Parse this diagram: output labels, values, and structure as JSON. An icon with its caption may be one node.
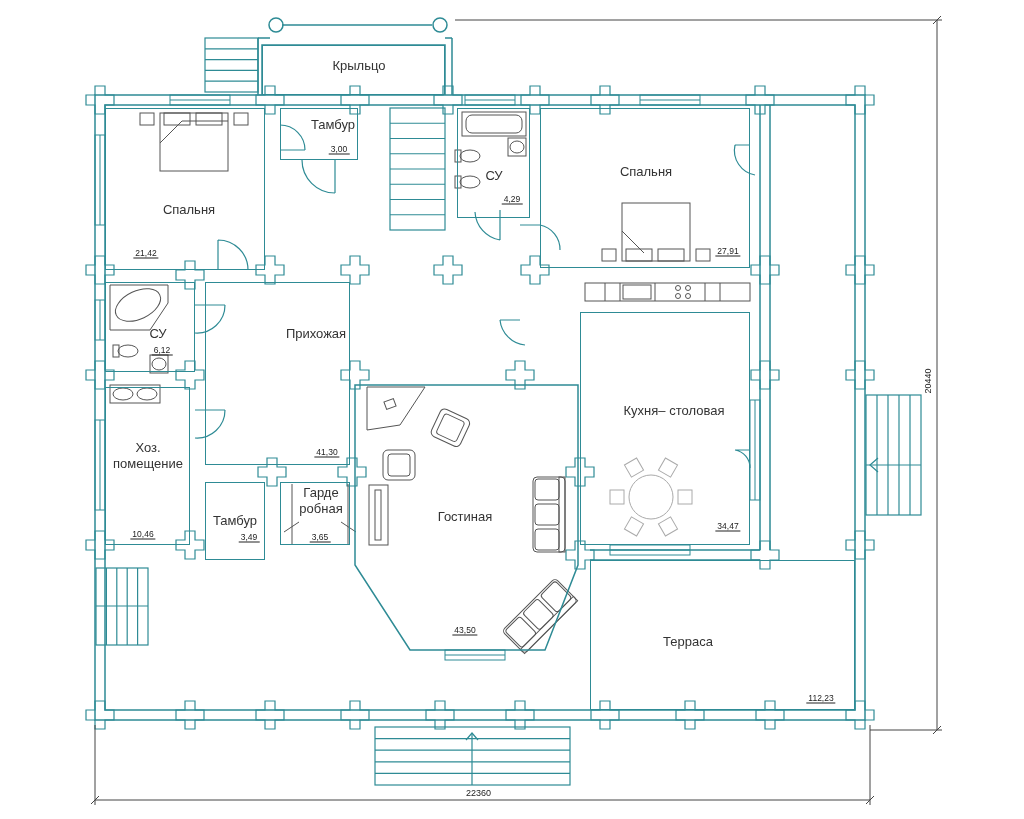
{
  "diagram": {
    "nodes": [
      {
        "text": [
          "Крыльцо"
        ]
      },
      {
        "text": [
          "Спальня",
          "21,42"
        ]
      },
      {
        "text": [
          "Тамбур",
          "3,00"
        ]
      },
      {
        "text": [
          "СУ",
          "4,29"
        ]
      },
      {
        "text": [
          "Спальня",
          "27,91"
        ]
      },
      {
        "text": [
          "СУ",
          "6,12"
        ]
      },
      {
        "text": [
          "Прихожая",
          "41,30"
        ]
      },
      {
        "text": [
          "Хоз. помещение",
          "10,46"
        ]
      },
      {
        "text": [
          "Кухня– столовая",
          "34,47"
        ]
      },
      {
        "text": [
          "Тамбур",
          "3,49"
        ]
      },
      {
        "text": [
          "Гарде робная",
          "3,65"
        ]
      },
      {
        "text": [
          "Гостиная",
          "43,50"
        ]
      },
      {
        "text": [
          "Терраса",
          "112,23"
        ]
      }
    ],
    "edges": [],
    "labels": [
      "22360",
      "20440"
    ]
  }
}
